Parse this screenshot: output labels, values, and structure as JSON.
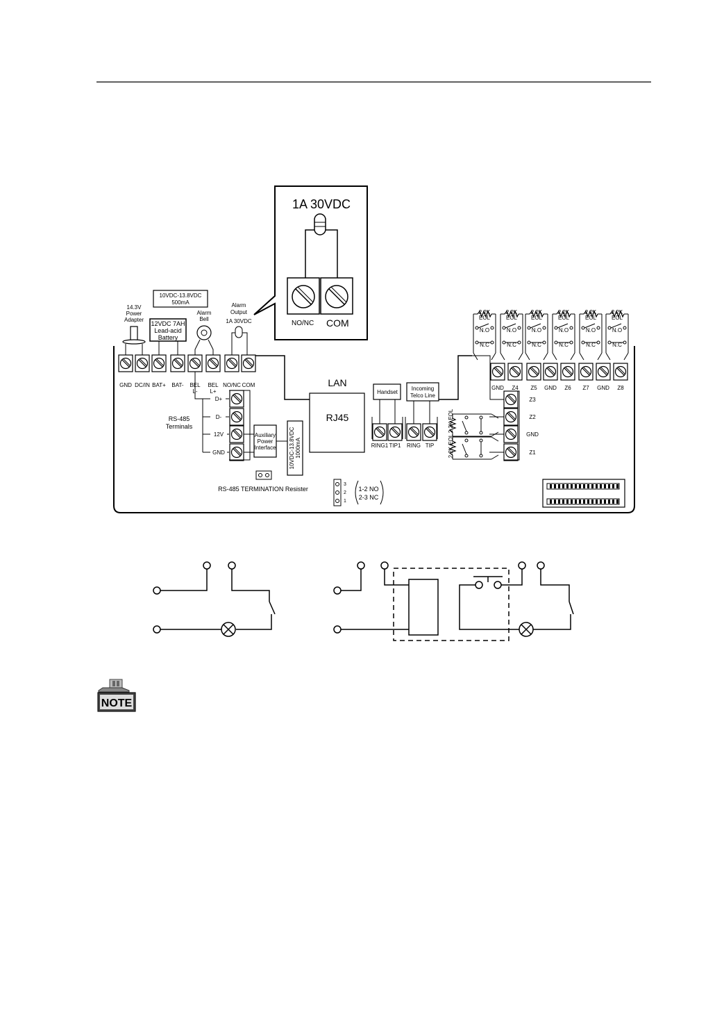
{
  "callout": {
    "rating": "1A 30VDC",
    "term_nonc": "NO/NC",
    "term_com": "COM"
  },
  "power": {
    "supply_rating_l1": "10VDC-13.8VDC",
    "supply_rating_l2": "500mA",
    "adapter_l1": "14.3V",
    "adapter_l2": "Power",
    "adapter_l3": "Adapter",
    "battery_l1": "12VDC 7AH",
    "battery_l2": "Lead-acid",
    "battery_l3": "Battery",
    "bell_l1": "Alarm",
    "bell_l2": "Bell",
    "output_l1": "Alarm",
    "output_l2": "Output",
    "output_l3": "1A 30VDC"
  },
  "bottom_terminals": [
    {
      "l1": "GND",
      "l2": ""
    },
    {
      "l1": "DC/IN",
      "l2": ""
    },
    {
      "l1": "BAT+",
      "l2": ""
    },
    {
      "l1": "BAT-",
      "l2": ""
    },
    {
      "l1": "BEL",
      "l2": "L-"
    },
    {
      "l1": "BEL",
      "l2": "L+"
    },
    {
      "l1": "NO/NC",
      "l2": ""
    },
    {
      "l1": "COM",
      "l2": ""
    }
  ],
  "rs485": {
    "title_l1": "RS-485",
    "title_l2": "Terminals",
    "pins": [
      "D+",
      "D-",
      "12V",
      "GND"
    ],
    "aux_l1": "Auxiliary",
    "aux_l2": "Power",
    "aux_l3": "Interface",
    "aux_rating_l1": "10VDC-13.8VDC",
    "aux_rating_l2": "1000mA",
    "termination": "RS-485 TERMINATION Resister"
  },
  "network": {
    "lan": "LAN",
    "rj45": "RJ45"
  },
  "phone": {
    "handset": "Handset",
    "telco_l1": "Incoming",
    "telco_l2": "Telco Line",
    "terminals": [
      "RING1",
      "TIP1",
      "RING",
      "TIP"
    ]
  },
  "jumper": {
    "pins": [
      "3",
      "2",
      "1"
    ],
    "l1": "1-2 NO",
    "l2": "2-3 NC"
  },
  "zones": {
    "eol_l1": "2.2K",
    "eol_l2": "EOL",
    "no": "N.O",
    "nc": "N.C",
    "top_terminals": [
      "GND",
      "Z4",
      "Z5",
      "GND",
      "Z6",
      "Z7",
      "GND",
      "Z8"
    ],
    "side_terminals": [
      "Z3",
      "Z2",
      "GND",
      "Z1"
    ],
    "side_eol": "2.2K EOL"
  },
  "note": {
    "label": "NOTE"
  }
}
